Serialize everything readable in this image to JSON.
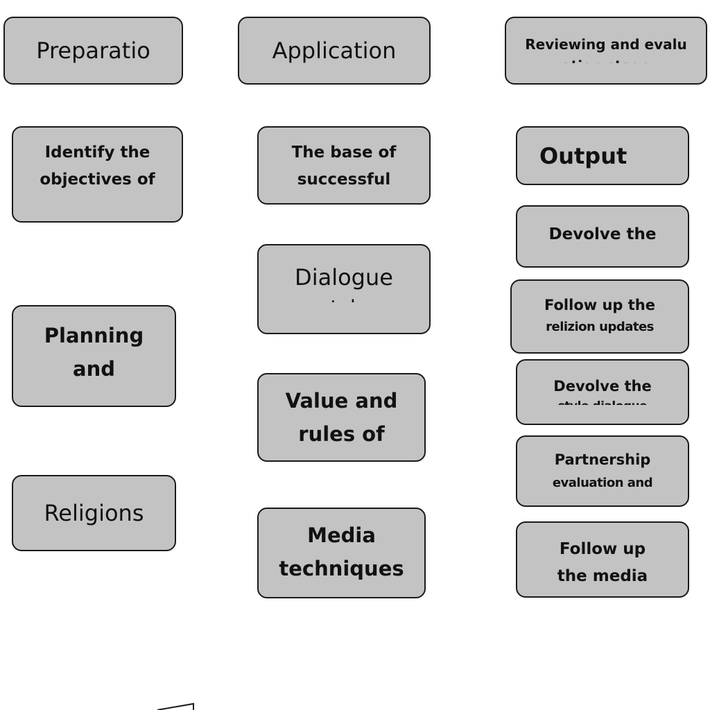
{
  "column1": {
    "header": "Preparatio",
    "items": [
      [
        "Identify the",
        "objectives of"
      ],
      [
        "Planning",
        "and"
      ],
      [
        "Religions"
      ]
    ]
  },
  "column2": {
    "header": "Application",
    "items": [
      [
        "The base of",
        "successful"
      ],
      [
        "Dialogue",
        "style"
      ],
      [
        "Value and",
        "rules of"
      ],
      [
        "Media",
        "techniques"
      ]
    ]
  },
  "column3": {
    "header": [
      "Reviewing and evalu",
      "ation stage"
    ],
    "items": [
      [
        "Output"
      ],
      [
        "Devolve the"
      ],
      [
        "Follow up the",
        "relizion updates"
      ],
      [
        "Devolve the",
        "style dialogue"
      ],
      [
        "Partnership",
        "evaluation and"
      ],
      [
        "Follow up",
        "the media"
      ]
    ]
  },
  "colors": {
    "box_fill": "#c3c3c3",
    "box_border": "#1a1a1a"
  }
}
